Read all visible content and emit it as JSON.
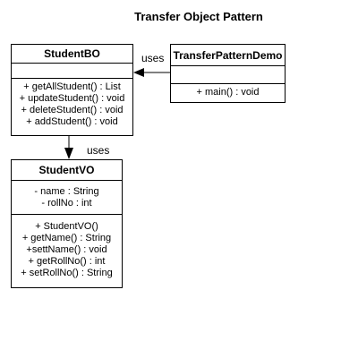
{
  "title": "Transfer Object Pattern",
  "classes": {
    "student_bo": {
      "name": "StudentBO",
      "attributes": [],
      "methods": [
        "+ getAllStudent() : List",
        "+ updateStudent() : void",
        "+ deleteStudent() : void",
        "+ addStudent() : void"
      ]
    },
    "demo": {
      "name": "TransferPatternDemo",
      "attributes": [],
      "methods": [
        "+ main() : void"
      ]
    },
    "student_vo": {
      "name": "StudentVO",
      "attributes": [
        "- name : String",
        "- rollNo : int"
      ],
      "methods": [
        "+ StudentVO()",
        "+ getName() : String",
        "+settName() : void",
        "+ getRollNo() : int",
        "+ setRollNo() : String"
      ]
    }
  },
  "relations": [
    {
      "from": "TransferPatternDemo",
      "to": "StudentBO",
      "label": "uses"
    },
    {
      "from": "StudentBO",
      "to": "StudentVO",
      "label": "uses"
    }
  ]
}
